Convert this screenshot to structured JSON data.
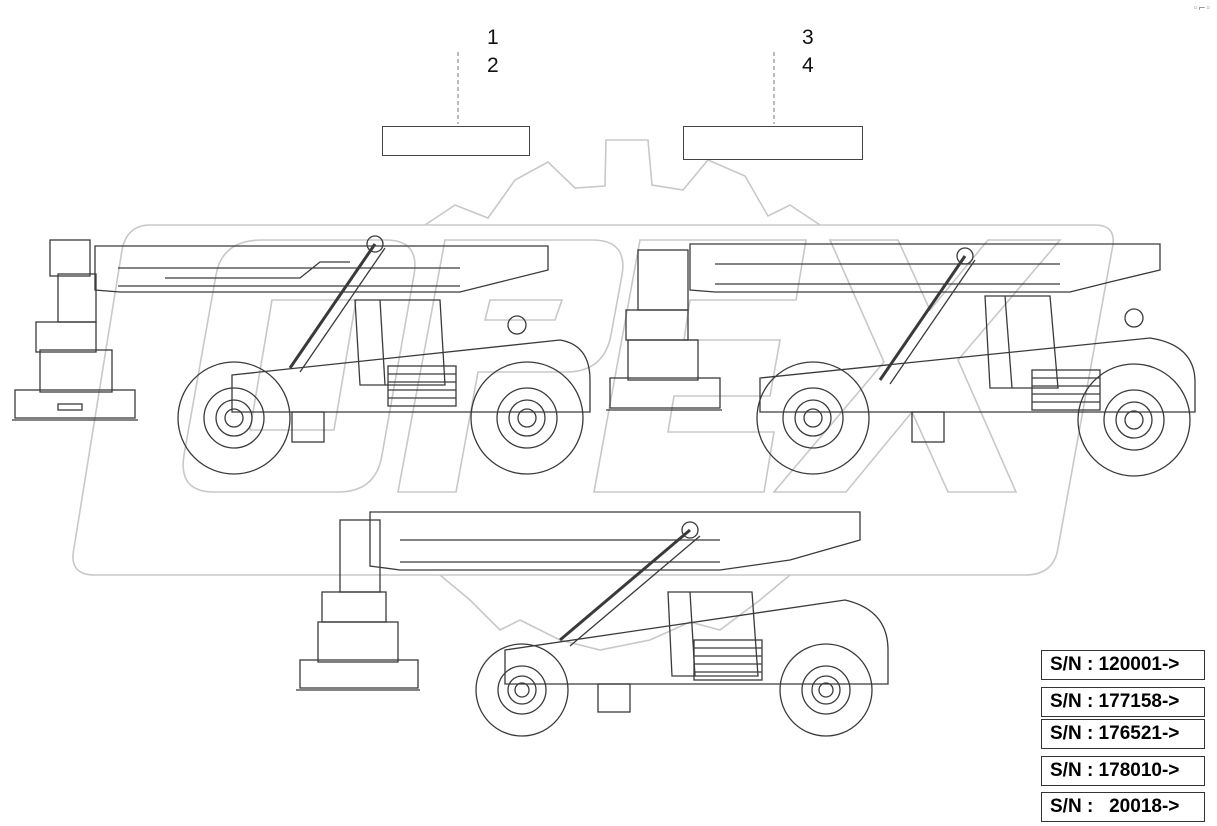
{
  "callouts": {
    "left": [
      "1",
      "2"
    ],
    "right": [
      "3",
      "4"
    ]
  },
  "serial_numbers": [
    "S/N : 120001->",
    "S/N : 177158->",
    "S/N : 176521->",
    "S/N : 178010->",
    "S/N :   20018->"
  ],
  "watermark_text": "OPEX",
  "colors": {
    "line": "#3a3a3a",
    "watermark": "#c8c8c8",
    "background": "#ffffff"
  },
  "icons": {
    "corner": "decor-mark-icon"
  }
}
